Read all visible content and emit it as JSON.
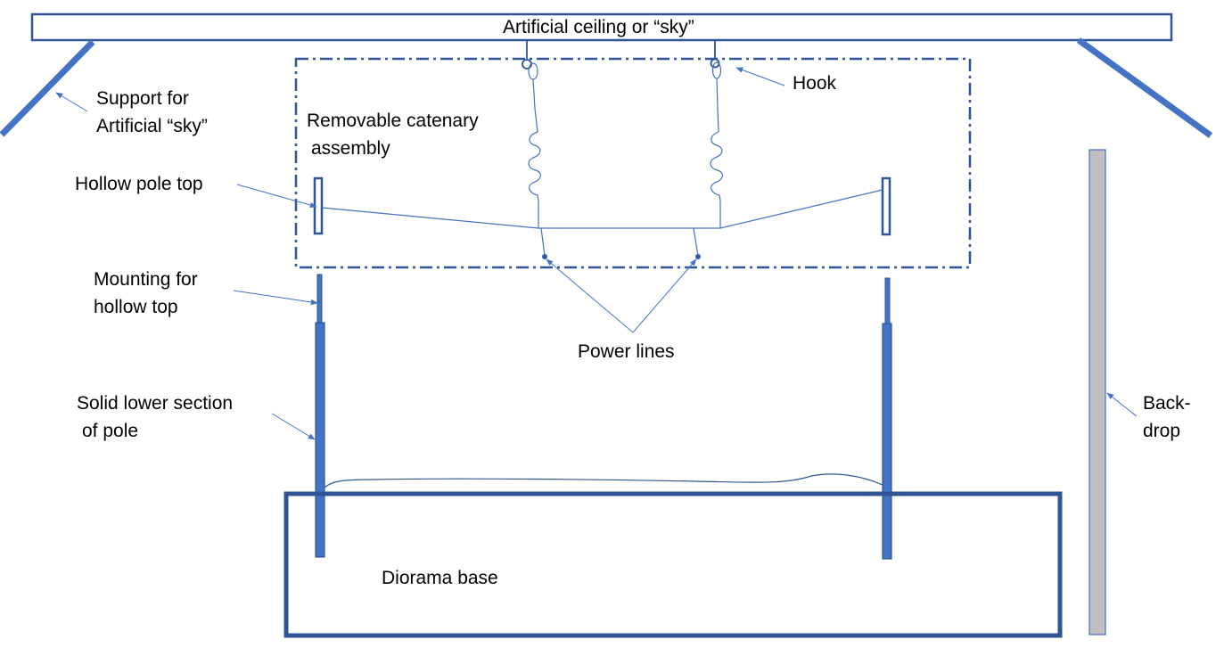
{
  "labels": {
    "ceiling": "Artificial ceiling or “sky”",
    "support": [
      "Support for",
      "Artificial “sky”"
    ],
    "hook": "Hook",
    "catenary": [
      "Removable catenary",
      "assembly"
    ],
    "hollow_pole_top": "Hollow pole top",
    "mounting": [
      "Mounting for",
      "hollow top"
    ],
    "power_lines": "Power lines",
    "solid_lower": [
      "Solid lower section",
      "of pole"
    ],
    "backdrop": [
      "Back-",
      "drop"
    ],
    "base": "Diorama base"
  },
  "colors": {
    "frame": "#2f5597",
    "pole": "#4472c4",
    "thin": "#4472c4",
    "backdrop_fill": "#bfbfbf",
    "backdrop_stroke": "#4472c4",
    "text": "#000000"
  }
}
